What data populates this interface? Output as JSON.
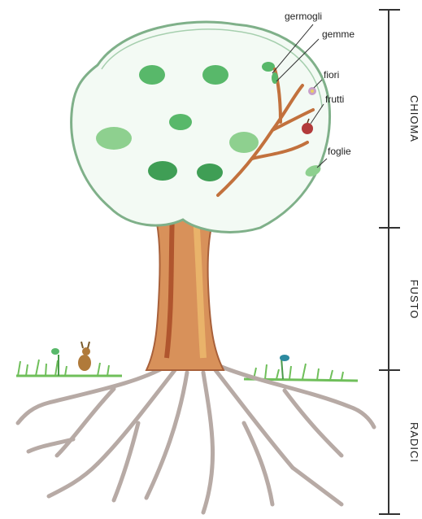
{
  "diagram": {
    "part_labels": {
      "germogli": "germogli",
      "gemme": "gemme",
      "fiori": "fiori",
      "frutti": "frutti",
      "foglie": "foglie"
    },
    "section_labels": {
      "chioma": "CHIOMA",
      "fusto": "FUSTO",
      "radici": "RADICI"
    },
    "colors": {
      "canopy_fill": "#f3faf4",
      "canopy_outline": "#7fb089",
      "leaf_green": "#58b86a",
      "trunk": "#c97a4a",
      "trunk_light": "#e2a86a",
      "roots": "#b7aaa5",
      "grass": "#6fbf5a",
      "fruit": "#b23b3b",
      "flower": "#c8a0c8",
      "axis": "#333333"
    }
  }
}
